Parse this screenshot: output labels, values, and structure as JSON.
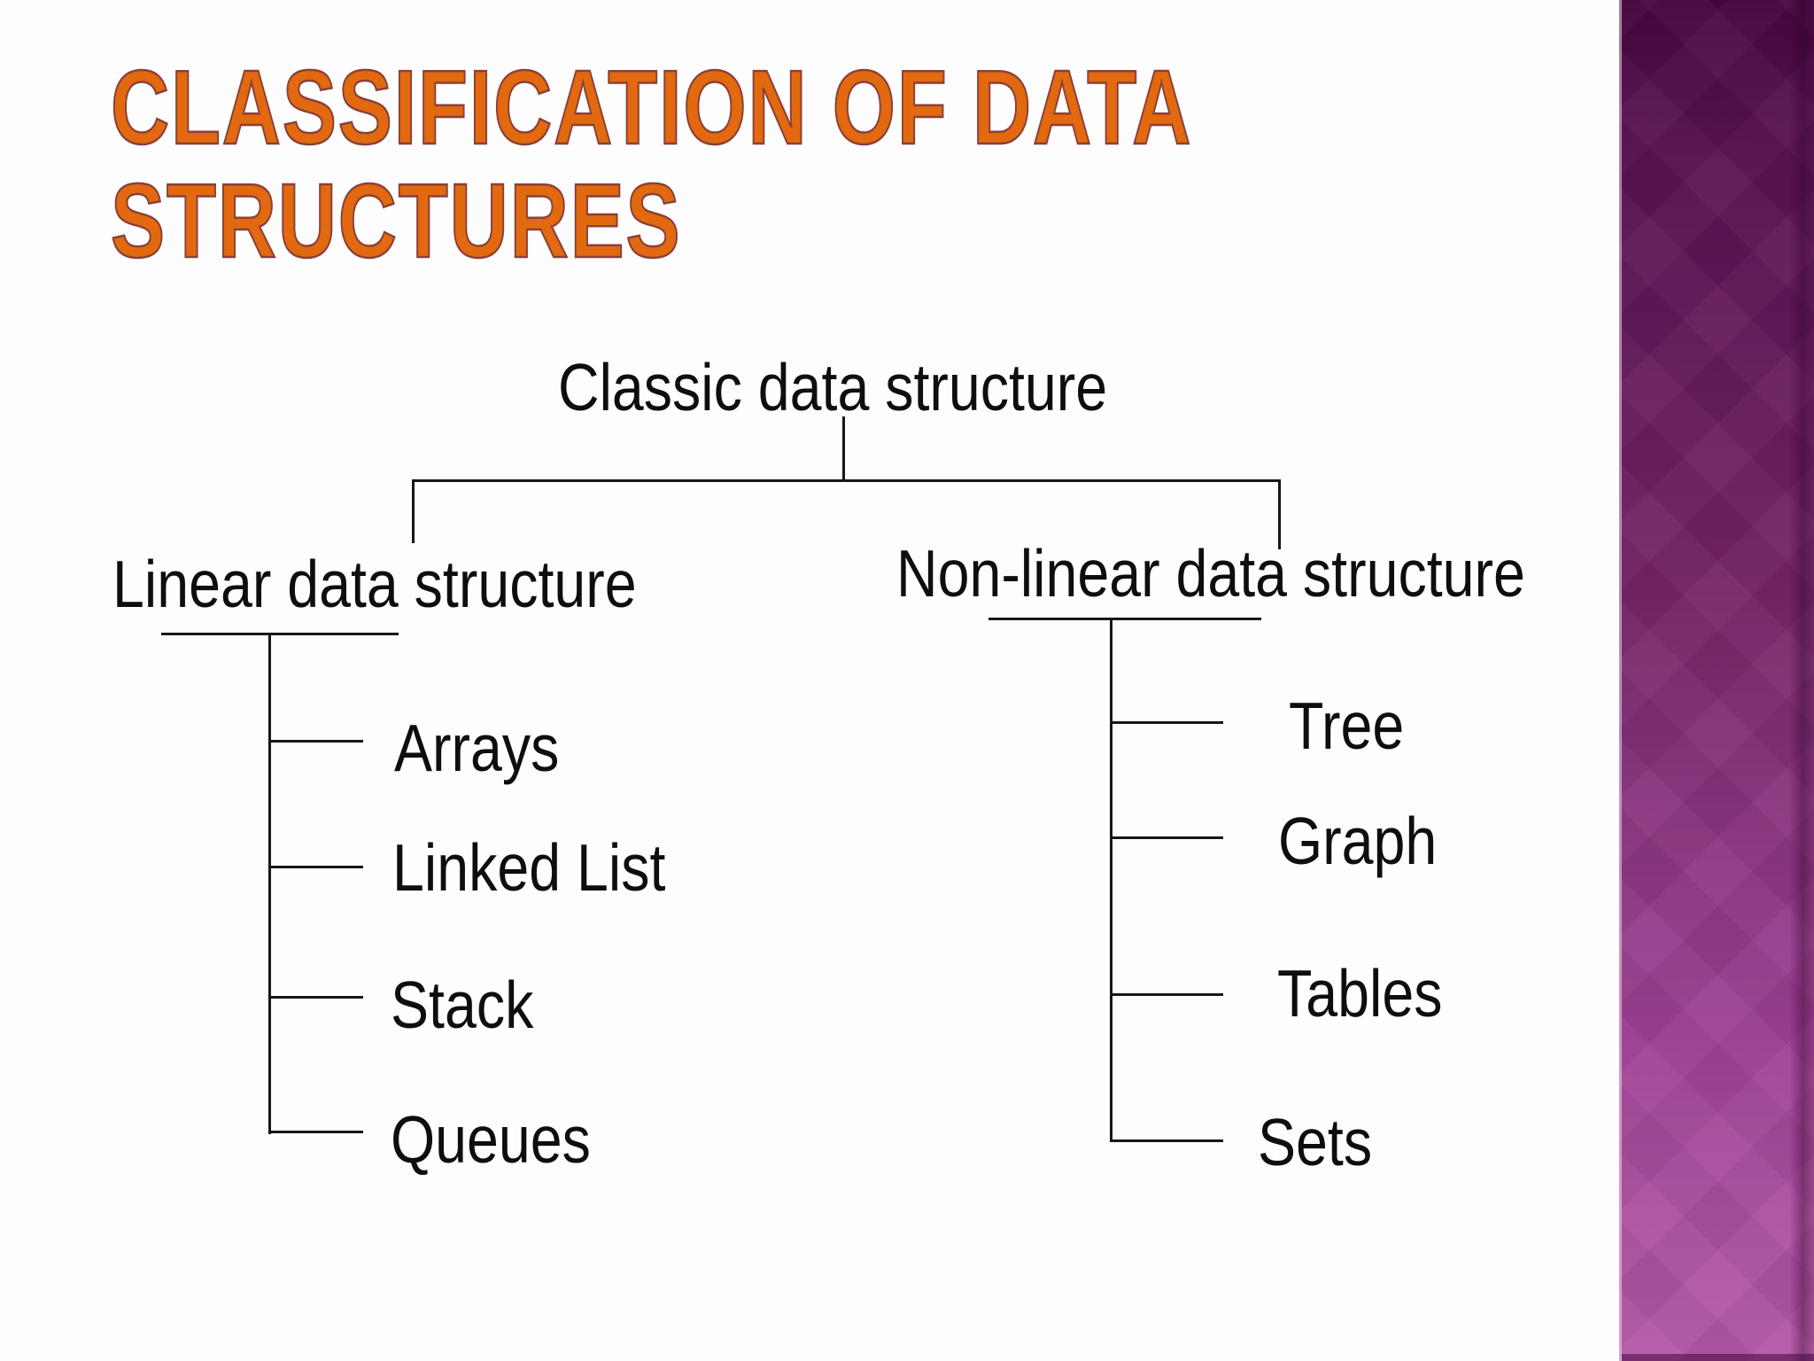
{
  "slide": {
    "title": {
      "line1": "CLASSIFICATION OF DATA",
      "line2": "STRUCTURES",
      "fill_color": "#e2690f",
      "outline_color": "#8a4039"
    },
    "background_color": "#fdfdfd"
  },
  "diagram": {
    "type": "tree",
    "line_color": "#161616",
    "root": {
      "label": "Classic data structure"
    },
    "branches": [
      {
        "label": "Linear data structure",
        "children": [
          {
            "label": "Arrays"
          },
          {
            "label": "Linked List"
          },
          {
            "label": "Stack"
          },
          {
            "label": "Queues"
          }
        ]
      },
      {
        "label": "Non-linear data structure",
        "children": [
          {
            "label": "Tree"
          },
          {
            "label": "Graph"
          },
          {
            "label": "Tables"
          },
          {
            "label": "Sets"
          }
        ]
      }
    ]
  },
  "decor": {
    "sidebar": {
      "top_color": "#470640",
      "middle_color": "#86327c",
      "bottom_color": "#b458a8",
      "left_edge_highlight": "#f4d6f0",
      "right_edge_shadow": "#2e002a",
      "bottom_edge_color": "#46083e"
    }
  }
}
